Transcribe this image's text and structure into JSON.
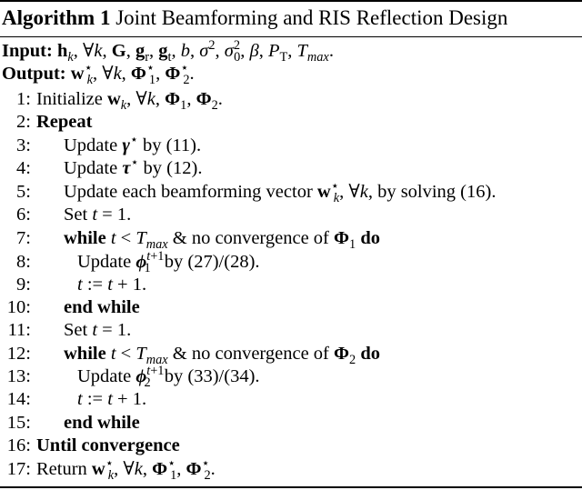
{
  "algorithm": {
    "label": "Algorithm 1",
    "title": "Joint Beamforming and RIS Reflection Design"
  },
  "input": {
    "keyword": "Input:"
  },
  "output": {
    "keyword": "Output:"
  },
  "steps": [
    {
      "num": "1:",
      "text": "Initialize"
    },
    {
      "num": "2:",
      "keyword": "Repeat"
    },
    {
      "num": "3:",
      "text": "Update",
      "ref": "by (11)."
    },
    {
      "num": "4:",
      "text": "Update",
      "ref": "by (12)."
    },
    {
      "num": "5:",
      "text": "Update each beamforming vector",
      "ref": "by solving (16)."
    },
    {
      "num": "6:",
      "text": "Set"
    },
    {
      "num": "7:",
      "keyword": "while",
      "mid": "& no convergence of",
      "kw_end": "do"
    },
    {
      "num": "8:",
      "text": "Update",
      "ref": "by (27)/(28)."
    },
    {
      "num": "9:"
    },
    {
      "num": "10:",
      "keyword": "end while"
    },
    {
      "num": "11:",
      "text": "Set"
    },
    {
      "num": "12:",
      "keyword": "while",
      "mid": "& no convergence of",
      "kw_end": "do"
    },
    {
      "num": "13:",
      "text": "Update",
      "ref": "by (33)/(34)."
    },
    {
      "num": "14:"
    },
    {
      "num": "15:",
      "keyword": "end while"
    },
    {
      "num": "16:",
      "keyword": "Until convergence"
    },
    {
      "num": "17:",
      "text": "Return"
    }
  ]
}
